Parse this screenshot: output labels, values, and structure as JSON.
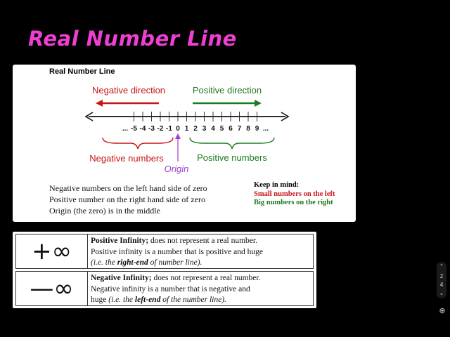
{
  "slide_title": "Real Number Line",
  "panel": {
    "title": "Real Number Line",
    "neg_direction": "Negative direction",
    "pos_direction": "Positive direction",
    "neg_numbers": "Negative numbers",
    "pos_numbers": "Positive numbers",
    "origin": "Origin",
    "ticks_neg": [
      "...",
      "-5",
      "-4",
      "-3",
      "-2",
      "-1"
    ],
    "tick_zero": "0",
    "ticks_pos": [
      "1",
      "2",
      "3",
      "4",
      "5",
      "6",
      "7",
      "8",
      "9",
      "..."
    ],
    "notes": [
      "Negative numbers on the left hand side of zero",
      "Positive number on the right hand side of zero",
      "Origin (the zero) is in the middle"
    ],
    "keep_in_mind": {
      "heading": "Keep in mind:",
      "small": "Small numbers on the left",
      "big": "Big numbers on the right"
    }
  },
  "infinity": {
    "neg_symbol": "—∞",
    "pos_symbol": "+∞"
  },
  "table": {
    "pos_symbol": "+∞",
    "pos_bold": "Positive Infinity;",
    "pos_line1_rest": " does not represent a real number.",
    "pos_line2": "Positive infinity is a number that is positive and huge",
    "pos_line3_a": "(i.e. the ",
    "pos_line3_b": "right-end",
    "pos_line3_c": " of number line).",
    "neg_symbol": "—∞",
    "neg_bold": "Negative Infinity;",
    "neg_line1_rest": " does not represent a real number.",
    "neg_line2": "Negative infinity is a number that is negative and",
    "neg_line3_pre": "huge ",
    "neg_line3_a": "(i.e. the ",
    "neg_line3_b": "left-end",
    "neg_line3_c": " of the number line)."
  },
  "sidebar": {
    "up": "⌃",
    "p2": "2",
    "p4": "4",
    "down": "⌄",
    "zoom": "⊕"
  },
  "colors": {
    "title": "#ee3fd2",
    "negative": "#c81414",
    "positive": "#1e7a1e",
    "origin": "#9b3fc8"
  }
}
